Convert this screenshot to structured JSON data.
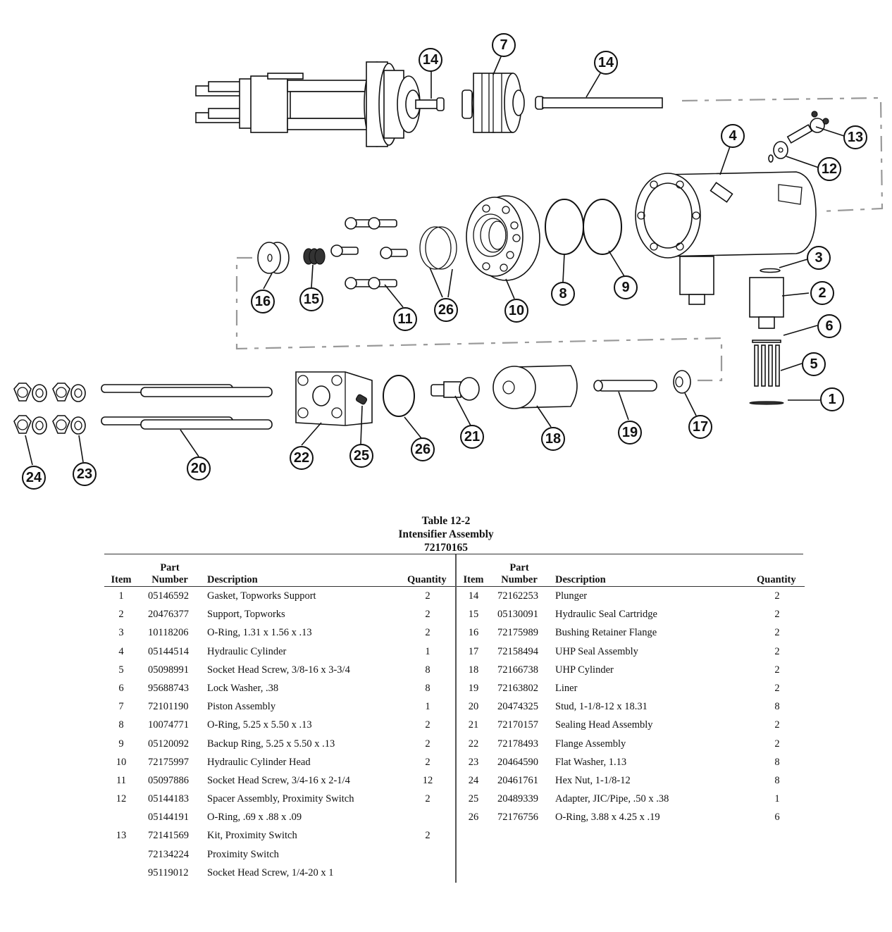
{
  "diagram": {
    "callouts": [
      "1",
      "2",
      "3",
      "4",
      "5",
      "6",
      "7",
      "8",
      "9",
      "10",
      "11",
      "12",
      "13",
      "14",
      "15",
      "16",
      "17",
      "18",
      "19",
      "20",
      "21",
      "22",
      "23",
      "24",
      "25",
      "26"
    ]
  },
  "table": {
    "title": "Table 12-2",
    "subtitle": "Intensifier Assembly",
    "assembly_number": "72170165",
    "headers": {
      "item": "Item",
      "part_line1": "Part",
      "part_line2": "Number",
      "description": "Description",
      "quantity": "Quantity"
    },
    "left_rows": [
      {
        "item": "1",
        "part": "05146592",
        "desc": "Gasket, Topworks Support",
        "qty": "2"
      },
      {
        "item": "2",
        "part": "20476377",
        "desc": "Support, Topworks",
        "qty": "2"
      },
      {
        "item": "3",
        "part": "10118206",
        "desc": "O-Ring, 1.31 x 1.56 x .13",
        "qty": "2"
      },
      {
        "item": "4",
        "part": "05144514",
        "desc": "Hydraulic Cylinder",
        "qty": "1"
      },
      {
        "item": "5",
        "part": "05098991",
        "desc": "Socket Head Screw, 3/8-16 x 3-3/4",
        "qty": "8"
      },
      {
        "item": "6",
        "part": "95688743",
        "desc": "Lock Washer, .38",
        "qty": "8"
      },
      {
        "item": "7",
        "part": "72101190",
        "desc": "Piston Assembly",
        "qty": "1"
      },
      {
        "item": "8",
        "part": "10074771",
        "desc": "O-Ring, 5.25 x 5.50 x .13",
        "qty": "2"
      },
      {
        "item": "9",
        "part": "05120092",
        "desc": "Backup Ring, 5.25 x 5.50 x .13",
        "qty": "2"
      },
      {
        "item": "10",
        "part": "72175997",
        "desc": "Hydraulic Cylinder Head",
        "qty": "2"
      },
      {
        "item": "11",
        "part": "05097886",
        "desc": "Socket Head Screw, 3/4-16 x 2-1/4",
        "qty": "12"
      },
      {
        "item": "12",
        "part": "05144183",
        "desc": "Spacer Assembly, Proximity Switch",
        "qty": "2"
      },
      {
        "item": "",
        "part": "05144191",
        "desc": "O-Ring, .69 x .88 x .09",
        "qty": ""
      },
      {
        "item": "13",
        "part": "72141569",
        "desc": "Kit, Proximity Switch",
        "qty": "2"
      },
      {
        "item": "",
        "part": "72134224",
        "desc": "Proximity Switch",
        "qty": ""
      },
      {
        "item": "",
        "part": "95119012",
        "desc": "Socket Head Screw, 1/4-20 x 1",
        "qty": ""
      }
    ],
    "right_rows": [
      {
        "item": "14",
        "part": "72162253",
        "desc": "Plunger",
        "qty": "2"
      },
      {
        "item": "15",
        "part": "05130091",
        "desc": "Hydraulic Seal Cartridge",
        "qty": "2"
      },
      {
        "item": "16",
        "part": "72175989",
        "desc": "Bushing Retainer Flange",
        "qty": "2"
      },
      {
        "item": "17",
        "part": "72158494",
        "desc": "UHP Seal Assembly",
        "qty": "2"
      },
      {
        "item": "18",
        "part": "72166738",
        "desc": "UHP Cylinder",
        "qty": "2"
      },
      {
        "item": "19",
        "part": "72163802",
        "desc": "Liner",
        "qty": "2"
      },
      {
        "item": "20",
        "part": "20474325",
        "desc": "Stud, 1-1/8-12 x 18.31",
        "qty": "8"
      },
      {
        "item": "21",
        "part": "72170157",
        "desc": "Sealing Head Assembly",
        "qty": "2"
      },
      {
        "item": "22",
        "part": "72178493",
        "desc": "Flange Assembly",
        "qty": "2"
      },
      {
        "item": "23",
        "part": "20464590",
        "desc": "Flat Washer, 1.13",
        "qty": "8"
      },
      {
        "item": "24",
        "part": "20461761",
        "desc": "Hex Nut, 1-1/8-12",
        "qty": "8"
      },
      {
        "item": "25",
        "part": "20489339",
        "desc": "Adapter, JIC/Pipe, .50 x .38",
        "qty": "1"
      },
      {
        "item": "26",
        "part": "72176756",
        "desc": "O-Ring, 3.88 x 4.25 x .19",
        "qty": "6"
      }
    ]
  }
}
